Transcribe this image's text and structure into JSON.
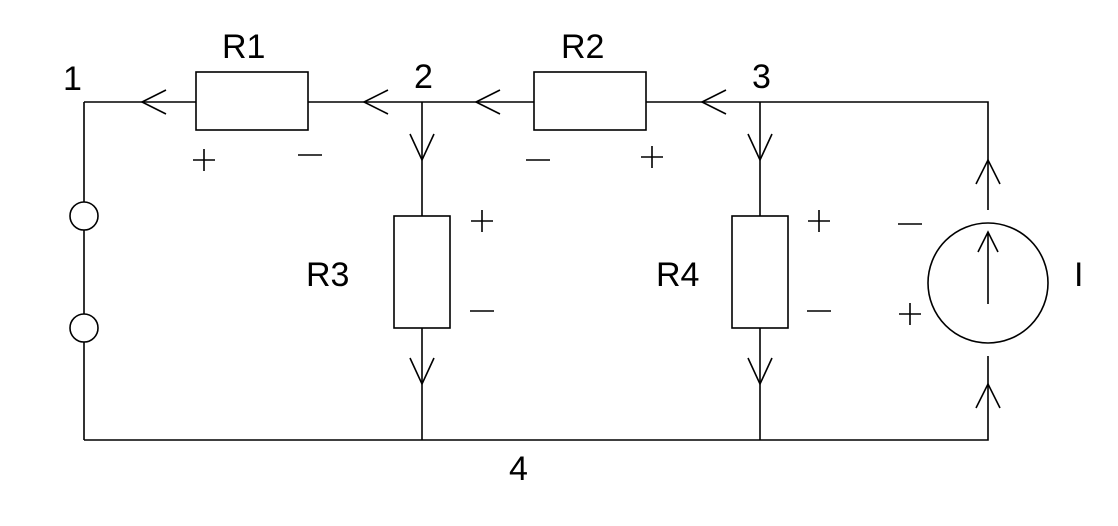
{
  "components": {
    "r1": "R1",
    "r2": "R2",
    "r3": "R3",
    "r4": "R4",
    "current_source": "I"
  },
  "nodes": {
    "n1": "1",
    "n2": "2",
    "n3": "3",
    "n4": "4"
  },
  "polarity": {
    "plus": "+",
    "minus": "−"
  },
  "colors": {
    "stroke": "#000000",
    "background": "#ffffff"
  }
}
